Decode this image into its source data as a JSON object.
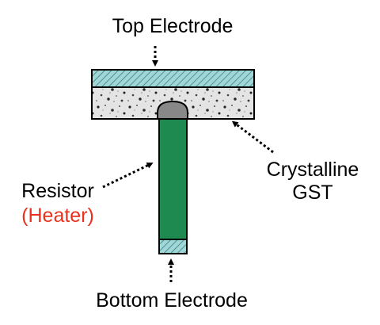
{
  "labels": {
    "top_electrode": "Top Electrode",
    "crystalline": "Crystalline",
    "gst": "GST",
    "resistor": "Resistor",
    "heater": "(Heater)",
    "bottom_electrode": "Bottom Electrode"
  },
  "colors": {
    "electrode_fill": "#9fd6d6",
    "heater_fill": "#1f8a50",
    "heater_label": "#e8321e",
    "active_region": "#888888",
    "gst_base": "#e4e4e4",
    "outline": "#000000"
  }
}
